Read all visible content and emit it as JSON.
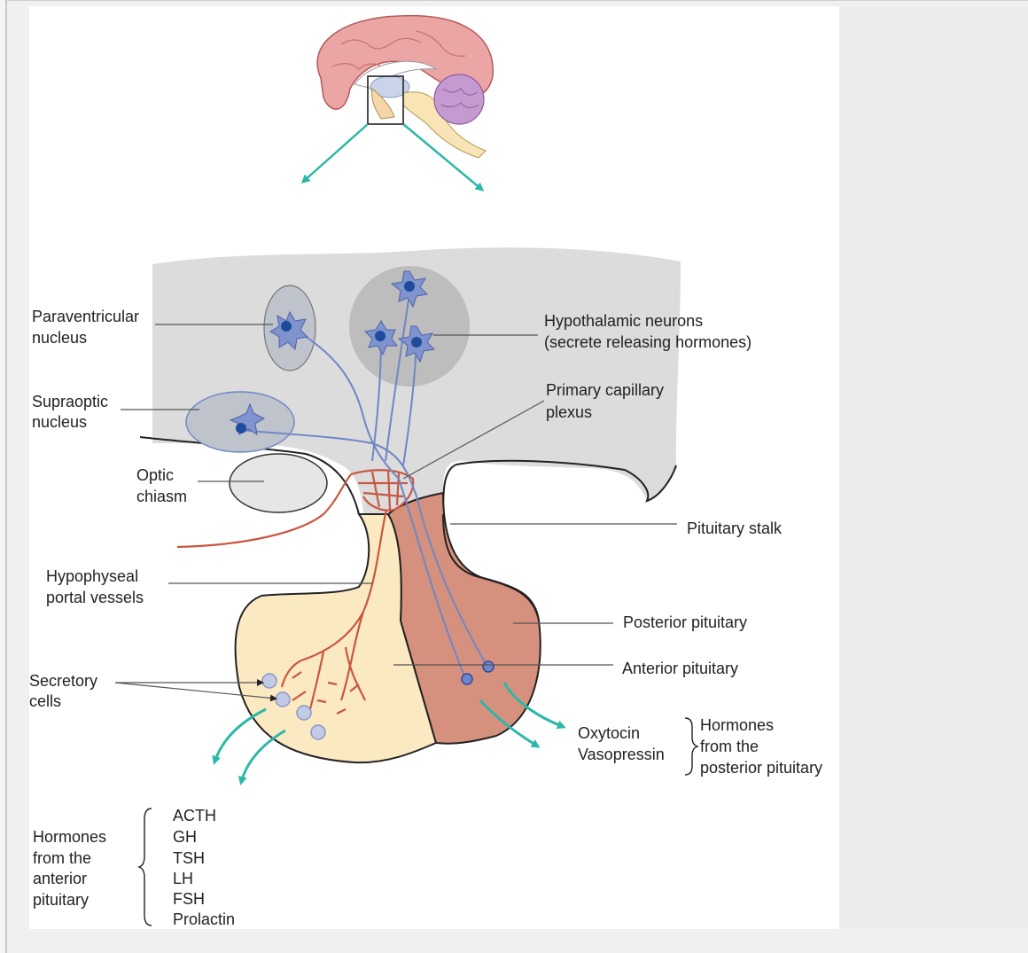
{
  "labels": {
    "paraventricular": [
      "Paraventricular",
      "nucleus"
    ],
    "supraoptic": [
      "Supraoptic",
      "nucleus"
    ],
    "optic_chiasm": [
      "Optic",
      "chiasm"
    ],
    "hypophyseal": [
      "Hypophyseal",
      "portal vessels"
    ],
    "secretory": [
      "Secretory",
      "cells"
    ],
    "hypothalamic_neurons": [
      "Hypothalamic neurons",
      "(secrete releasing hormones)"
    ],
    "primary_plexus": [
      "Primary capillary",
      "plexus"
    ],
    "pituitary_stalk": "Pituitary stalk",
    "posterior_pituitary": "Posterior pituitary",
    "anterior_pituitary": "Anterior pituitary",
    "posterior_hormones": [
      "Oxytocin",
      "Vasopressin"
    ],
    "posterior_group": [
      "Hormones",
      "from the",
      "posterior pituitary"
    ],
    "anterior_group": [
      "Hormones",
      "from the",
      "anterior",
      "pituitary"
    ],
    "anterior_hormones": [
      "ACTH",
      "GH",
      "TSH",
      "LH",
      "FSH",
      "Prolactin"
    ]
  },
  "colors": {
    "hypothalamus": "#dcdcdc",
    "nucleus": "#bfc3cc",
    "neuron": "#7f93cf",
    "axon": "#6f86c6",
    "anterior": "#fbe9c2",
    "posterior": "#d5917d",
    "vessel": "#c9573f",
    "arrow": "#2cb8a8",
    "brain": "#eba5a5",
    "cerebellum": "#c49ad0"
  }
}
